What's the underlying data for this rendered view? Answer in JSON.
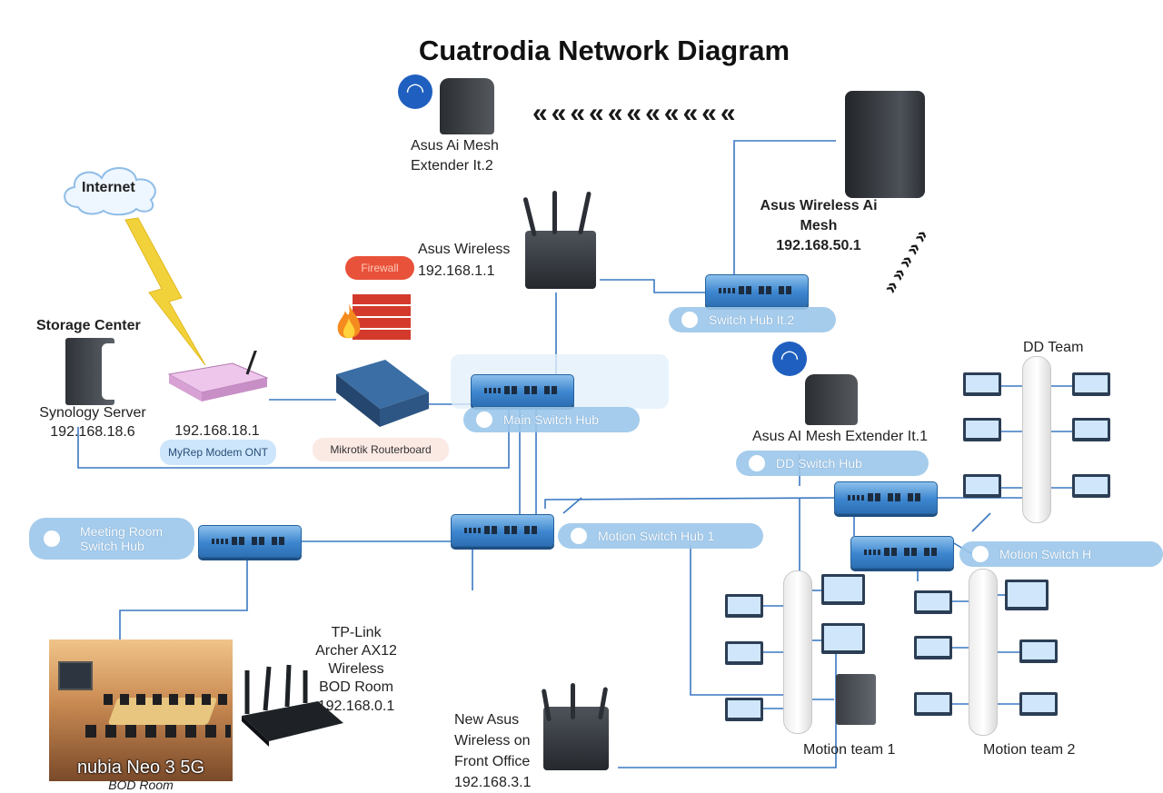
{
  "title": "Cuatrodia Network Diagram",
  "nodes": {
    "internet": "Internet",
    "storage_title": "Storage Center",
    "storage_label": "Synology Server",
    "storage_ip": "192.168.18.6",
    "modem_ip": "192.168.18.1",
    "modem_tag": "MyRep Modem ONT",
    "firewall_tag": "Firewall",
    "router_tag": "Mikrotik Routerboard",
    "asus_wireless_name": "Asus Wireless",
    "asus_wireless_ip": "192.168.1.1",
    "extender2_line1": "Asus Ai Mesh",
    "extender2_line2": "Extender It.2",
    "mesh_line1": "Asus Wireless Ai",
    "mesh_line2": "Mesh",
    "mesh_ip": "192.168.50.1",
    "switch_hub_2": "Switch Hub It.2",
    "main_switch_hub": "Main Switch Hub",
    "extender1": "Asus AI Mesh Extender It.1",
    "dd_switch_hub": "DD Switch Hub",
    "dd_team": "DD Team",
    "meeting_hub_line1": "Meeting Room",
    "meeting_hub_line2": "Switch Hub",
    "motion_switch_hub_1": "Motion Switch Hub 1",
    "motion_switch_hub_2": "Motion Switch H",
    "tplink_line1": "TP-Link",
    "tplink_line2": "Archer AX12",
    "tplink_line3": "Wireless",
    "tplink_line4": "BOD Room",
    "tplink_ip": "192.168.0.1",
    "front_line1": "New Asus",
    "front_line2": "Wireless on",
    "front_line3": "Front Office",
    "front_ip": "192.168.3.1",
    "motion_team_1": "Motion team 1",
    "motion_team_2": "Motion team 2",
    "watermark_line1": "nubia Neo 3 5G",
    "watermark_line2": "BOD Room"
  },
  "icons": {
    "wireless_arrows": "«««««««««««",
    "wifi": "wifi-icon",
    "cloud": "cloud-icon",
    "lightning": "lightning-icon",
    "firewall": "brick-wall-icon",
    "fire": "fire-icon"
  },
  "colors": {
    "wire": "#3a78c2",
    "switch": "#3d86cf",
    "pill": "#9cc7ea",
    "lightning": "#f2d23a",
    "firewall_tag": "#e8523a",
    "modem": "#e7b8e4"
  }
}
